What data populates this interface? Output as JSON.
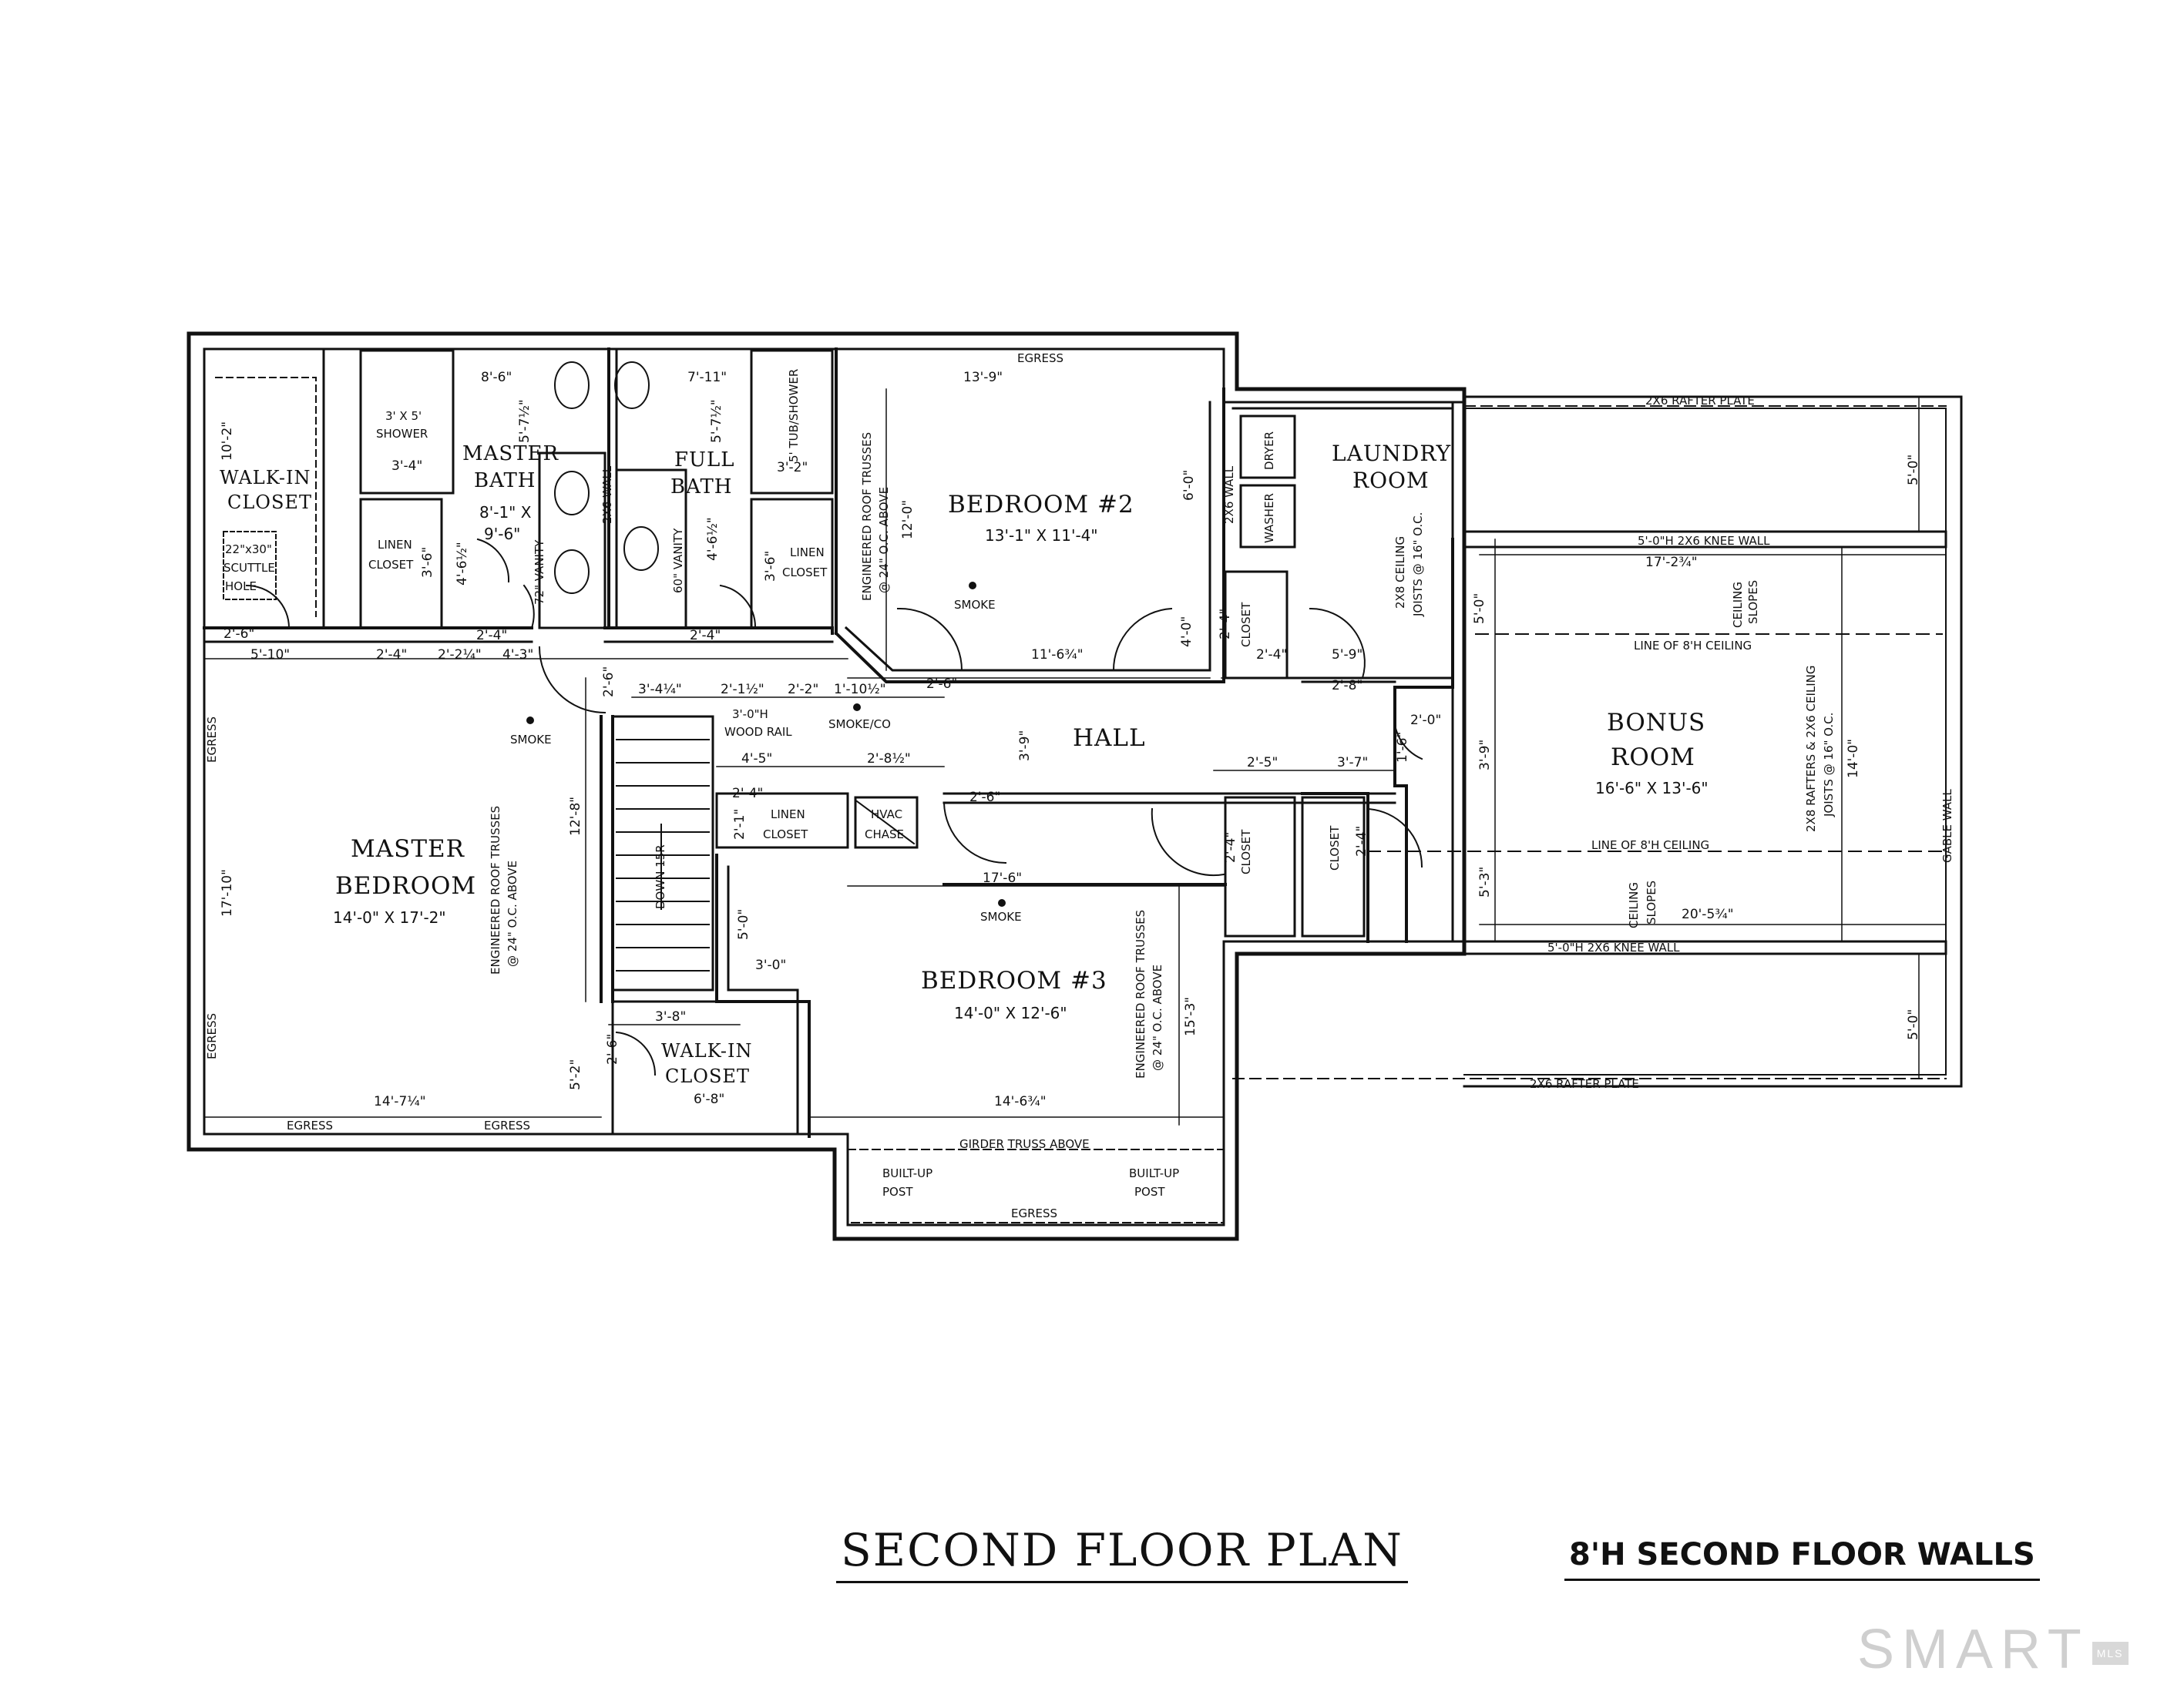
{
  "title": "SECOND FLOOR PLAN",
  "subtitle": "8'H SECOND FLOOR WALLS",
  "watermark": {
    "text": "SMART",
    "suffix": "MLS"
  },
  "rooms": {
    "master_bedroom": {
      "name_1": "MASTER",
      "name_2": "BEDROOM",
      "size": "14'-0\" X 17'-2\""
    },
    "master_bath": {
      "name_1": "MASTER",
      "name_2": "BATH",
      "size_1": "8'-1\" X",
      "size_2": "9'-6\""
    },
    "walk_in_closet_1": {
      "name_1": "WALK-IN",
      "name_2": "CLOSET"
    },
    "full_bath": {
      "name_1": "FULL",
      "name_2": "BATH"
    },
    "bedroom_2": {
      "name": "BEDROOM #2",
      "size": "13'-1\" X 11'-4\""
    },
    "laundry": {
      "name_1": "LAUNDRY",
      "name_2": "ROOM"
    },
    "hall": {
      "name": "HALL"
    },
    "bonus": {
      "name_1": "BONUS",
      "name_2": "ROOM",
      "size": "16'-6\" X 13'-6\""
    },
    "bedroom_3": {
      "name": "BEDROOM #3",
      "size": "14'-0\" X 12'-6\""
    },
    "walk_in_closet_2": {
      "name_1": "WALK-IN",
      "name_2": "CLOSET"
    }
  },
  "labels": {
    "egress": "EGRESS",
    "smoke": "SMOKE",
    "smoke_co": "SMOKE/CO",
    "linen_closet_1": "LINEN",
    "linen_closet_2": "CLOSET",
    "closet": "CLOSET",
    "hvac_1": "HVAC",
    "hvac_2": "CHASE",
    "shower_1": "3' X 5'",
    "shower_2": "SHOWER",
    "tub_shower": "5' TUB/SHOWER",
    "vanity_72": "72\" VANITY",
    "vanity_60": "60\" VANITY",
    "scuttle_1": "22\"x30\"",
    "scuttle_2": "SCUTTLE",
    "scuttle_3": "HOLE",
    "wood_rail_1": "3'-0\"H",
    "wood_rail_2": "WOOD RAIL",
    "dn": "DOWN 15R",
    "dryer": "DRYER",
    "washer": "WASHER",
    "wall_2x6": "2X6 WALL",
    "trusses_1": "ENGINEERED ROOF TRUSSES",
    "trusses_2": "@ 24\" O.C. ABOVE",
    "ceiling_1": "2X8 CEILING",
    "ceiling_2": "JOISTS @ 16\" O.C.",
    "rafters_1": "2X8 RAFTERS & 2X6 CEILING",
    "rafters_2": "JOISTS @ 16\" O.C.",
    "rafter_plate": "2X6 RAFTER PLATE",
    "knee_wall": "5'-0\"H 2X6 KNEE WALL",
    "line_ceiling": "LINE OF 8'H CEILING",
    "ceiling_slopes_1": "CEILING",
    "ceiling_slopes_2": "SLOPES",
    "gable_wall": "GABLE WALL",
    "girder": "GIRDER TRUSS ABOVE",
    "post_1": "BUILT-UP",
    "post_2": "POST"
  },
  "dims": {
    "d_10_2": "10'-2\"",
    "d_8_6": "8'-6\"",
    "d_7_11": "7'-11\"",
    "d_13_9": "13'-9\"",
    "d_5_7h": "5'-7½\"",
    "d_5_7h_b": "5'-7½\"",
    "d_3_4": "3'-4\"",
    "d_3_2": "3'-2\"",
    "d_6_0": "6'-0\"",
    "d_12_0": "12'-0\"",
    "d_4_6h": "4'-6½\"",
    "d_4_6h_b": "4'-6½\"",
    "d_3_6": "3'-6\"",
    "d_3_6_b": "3'-6\"",
    "d_2_6": "2'-6\"",
    "d_5_10": "5'-10\"",
    "d_2_4": "2'-4\"",
    "d_2_2q": "2'-2¼\"",
    "d_2_4b": "2'-4\"",
    "d_4_3": "4'-3\"",
    "d_2_4c": "2'-4\"",
    "d_11_6": "11'-6¾\"",
    "d_4_0": "4'-0\"",
    "d_2_4d": "2'-4\"",
    "d_2_4e": "2'-4\"",
    "d_5_9": "5'-9\"",
    "d_2_8": "2'-8\"",
    "d_5_0": "5'-0\"",
    "d_17_2": "17'-2¾\"",
    "d_3_4q": "3'-4¼\"",
    "d_2_1h": "2'-1½\"",
    "d_2_2": "2'-2\"",
    "d_1_10": "1'-10½\"",
    "d_2_6b": "2'-6\"",
    "d_2_6c": "2'-6\"",
    "d_3_9": "3'-9\"",
    "d_4_5": "4'-5\"",
    "d_2_8h": "2'-8½\"",
    "d_2_4f": "2'-4\"",
    "d_2_1": "2'-1\"",
    "d_2_6d": "2'-6\"",
    "d_2_5": "2'-5\"",
    "d_3_7": "3'-7\"",
    "d_2_0": "2'-0\"",
    "d_1_6": "1'-6\"",
    "d_3_9b": "3'-9\"",
    "d_14_0": "14'-0\"",
    "d_17_10": "17'-10\"",
    "d_12_8": "12'-8\"",
    "d_17_6": "17'-6\"",
    "d_2_4g": "2'-4\"",
    "d_2_4h": "2'-4\"",
    "d_5_3": "5'-3\"",
    "d_20_5": "20'-5¾\"",
    "d_5_0b": "5'-0\"",
    "d_5_0c": "5'-0\"",
    "d_3_0": "3'-0\"",
    "d_3_8": "3'-8\"",
    "d_2_6e": "2'-6\"",
    "d_5_2": "5'-2\"",
    "d_6_8": "6'-8\"",
    "d_14_7": "14'-7¼\"",
    "d_14_6": "14'-6¾\"",
    "d_15_3": "15'-3\"",
    "d_5_0d": "5'-0\""
  }
}
